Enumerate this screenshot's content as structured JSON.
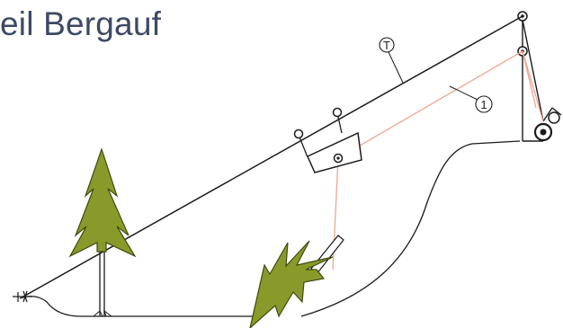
{
  "title": "eil Bergauf",
  "labels": {
    "main_line": "T",
    "haul_line": "1"
  },
  "colors": {
    "title": "#3d4a63",
    "line": "#1a1a1a",
    "haul_line": "#f0a58c",
    "tree_fill": "#8a9a2a",
    "tree_stroke": "#3e4a10"
  }
}
